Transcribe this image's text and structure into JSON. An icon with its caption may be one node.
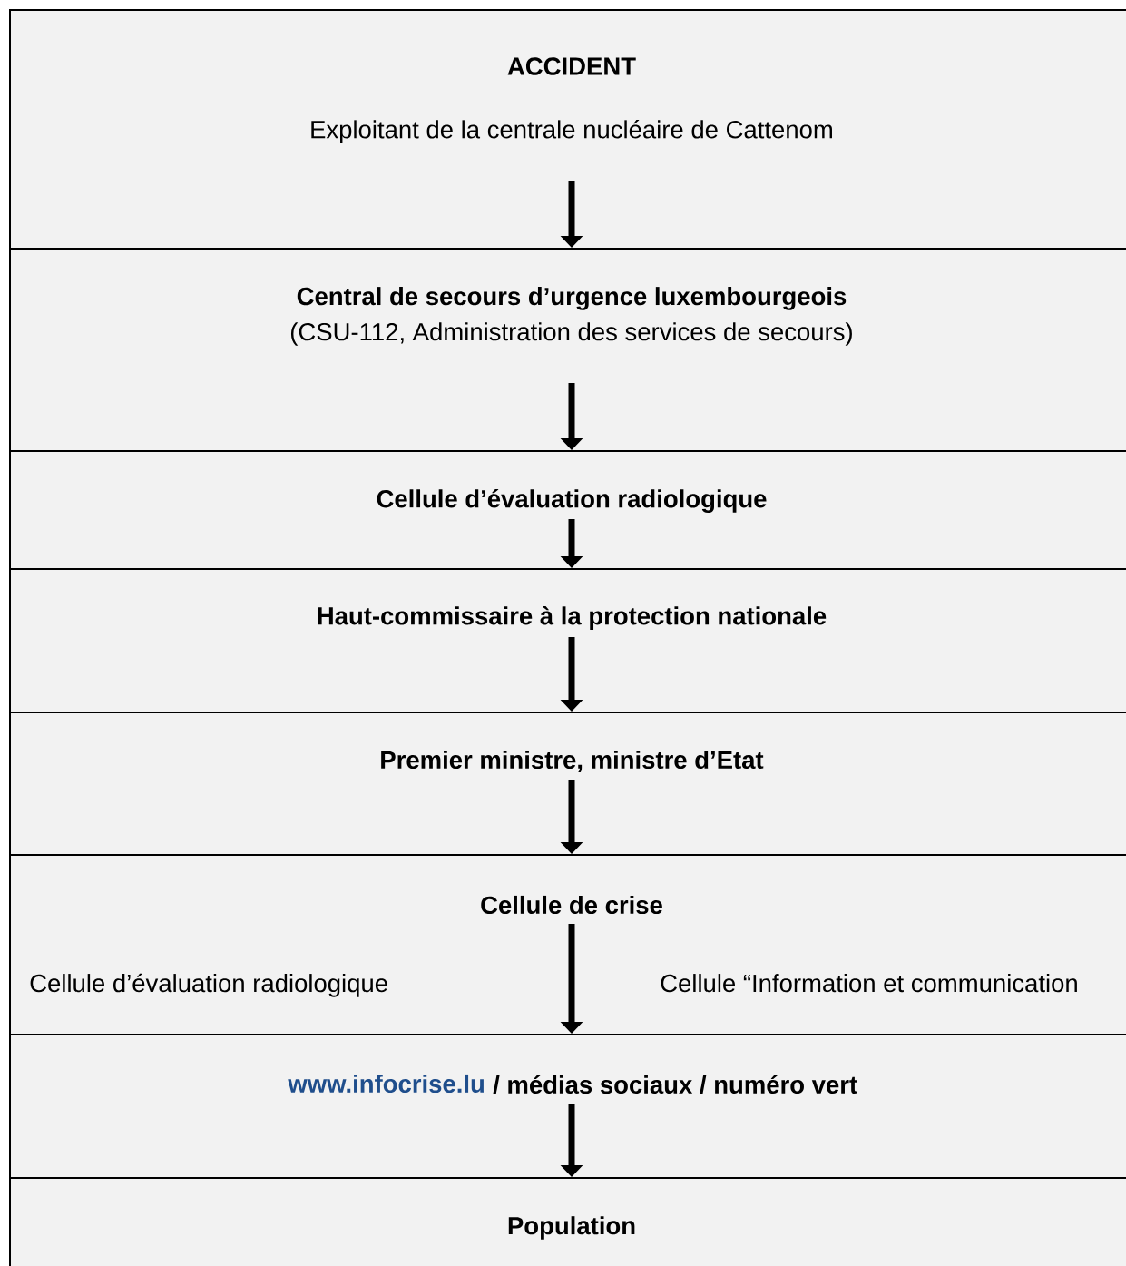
{
  "diagram": {
    "nodes": [
      {
        "text": [
          "ACCIDENT",
          "Exploitant de la centrale nucléaire de Cattenom"
        ]
      },
      {
        "text": [
          "Central de secours d’urgence luxembourgeois",
          "(CSU-112, Administration des services de secours)"
        ]
      },
      {
        "text": [
          "Cellule d’évaluation radiologique"
        ]
      },
      {
        "text": [
          "Haut-commissaire à la protection nationale"
        ]
      },
      {
        "text": [
          "Premier ministre, ministre d’Etat"
        ]
      },
      {
        "text": [
          "Cellule de crise",
          "Cellule d’évaluation radiologique",
          "Cellule “Information et communication"
        ]
      },
      {
        "text": [
          "www.infocrise.lu",
          "/ médias sociaux / numéro vert"
        ]
      },
      {
        "text": [
          "Population"
        ]
      }
    ],
    "edges": [
      {
        "from": 0,
        "to": 1,
        "arrow": "to"
      },
      {
        "from": 1,
        "to": 2,
        "arrow": "to"
      },
      {
        "from": 2,
        "to": 3,
        "arrow": "to"
      },
      {
        "from": 3,
        "to": 4,
        "arrow": "to"
      },
      {
        "from": 4,
        "to": 5,
        "arrow": "to"
      },
      {
        "from": 5,
        "to": 6,
        "arrow": "to"
      },
      {
        "from": 6,
        "to": 7,
        "arrow": "to"
      }
    ]
  }
}
